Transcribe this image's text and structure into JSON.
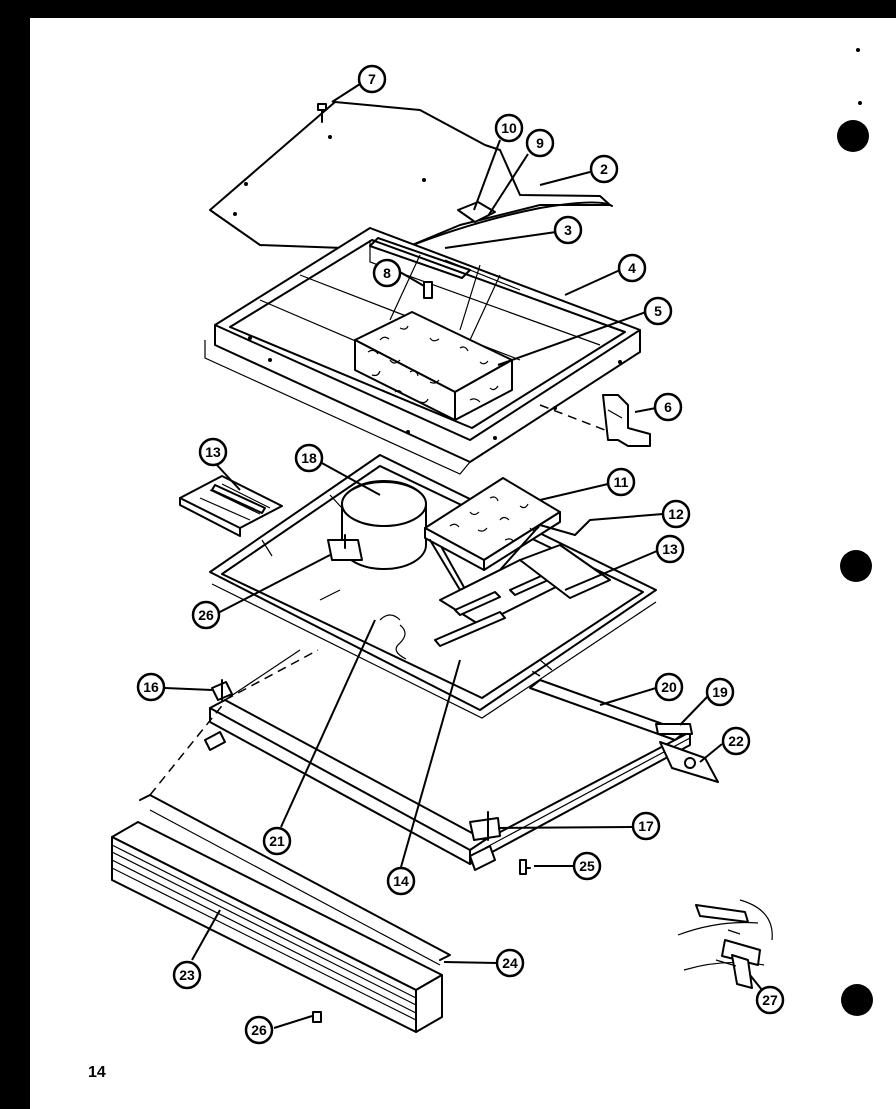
{
  "page_number": "14",
  "callouts": [
    {
      "id": "c7",
      "label": "7"
    },
    {
      "id": "c10",
      "label": "10"
    },
    {
      "id": "c9",
      "label": "9"
    },
    {
      "id": "c2",
      "label": "2"
    },
    {
      "id": "c3",
      "label": "3"
    },
    {
      "id": "c8",
      "label": "8"
    },
    {
      "id": "c4",
      "label": "4"
    },
    {
      "id": "c5",
      "label": "5"
    },
    {
      "id": "c6",
      "label": "6"
    },
    {
      "id": "c13a",
      "label": "13"
    },
    {
      "id": "c18",
      "label": "18"
    },
    {
      "id": "c11",
      "label": "11"
    },
    {
      "id": "c12",
      "label": "12"
    },
    {
      "id": "c13b",
      "label": "13"
    },
    {
      "id": "c26a",
      "label": "26"
    },
    {
      "id": "c16",
      "label": "16"
    },
    {
      "id": "c20",
      "label": "20"
    },
    {
      "id": "c19",
      "label": "19"
    },
    {
      "id": "c22",
      "label": "22"
    },
    {
      "id": "c17",
      "label": "17"
    },
    {
      "id": "c21",
      "label": "21"
    },
    {
      "id": "c14",
      "label": "14"
    },
    {
      "id": "c25",
      "label": "25"
    },
    {
      "id": "c23",
      "label": "23"
    },
    {
      "id": "c24",
      "label": "24"
    },
    {
      "id": "c26b",
      "label": "26"
    },
    {
      "id": "c27",
      "label": "27"
    }
  ]
}
